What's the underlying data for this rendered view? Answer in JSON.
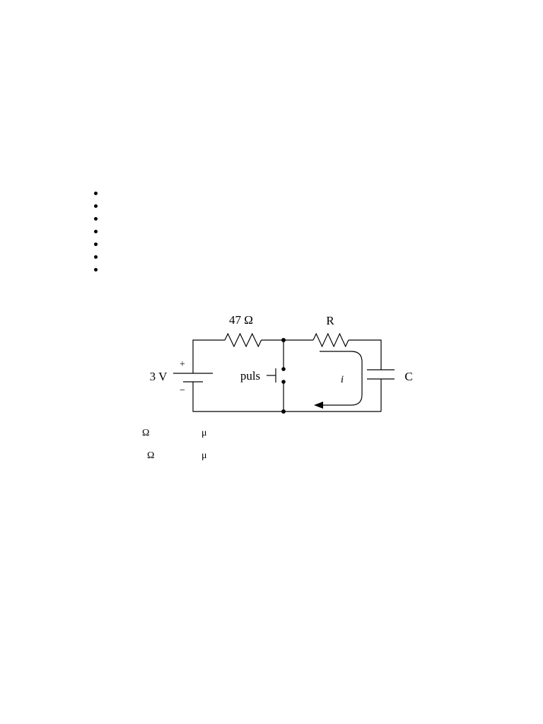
{
  "circuit": {
    "source": {
      "label": "3 V",
      "plus": "+",
      "minus": "−"
    },
    "resistor_fixed": {
      "label": "47 Ω"
    },
    "resistor_variable": {
      "label": "R"
    },
    "push_button": {
      "label": "puls"
    },
    "capacitor": {
      "label": "C"
    },
    "current": {
      "label": "i"
    }
  },
  "text_lines": [
    {
      "symbol_1": "Ω",
      "symbol_2": "μ"
    },
    {
      "symbol_1": "Ω",
      "symbol_2": "μ"
    }
  ]
}
